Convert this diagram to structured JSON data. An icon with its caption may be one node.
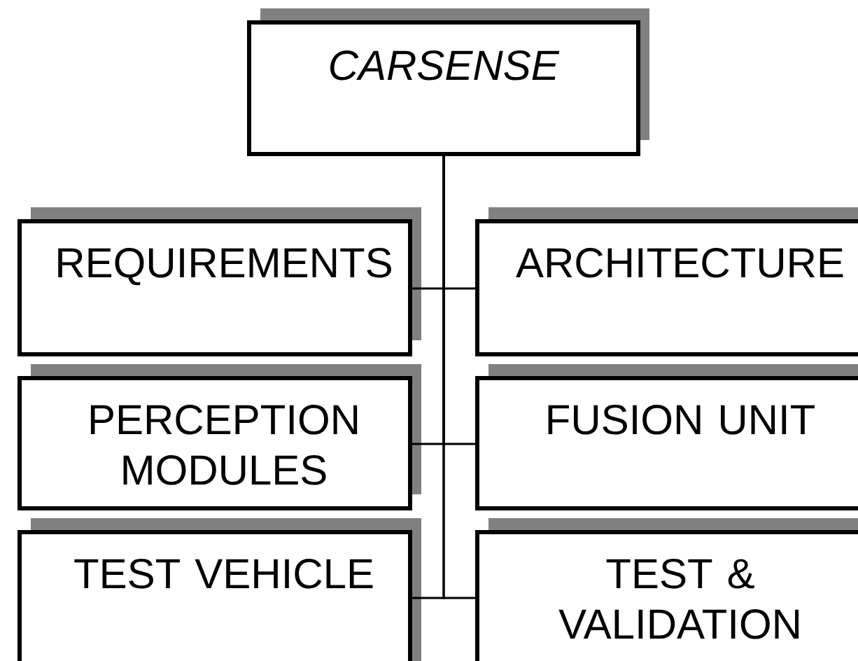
{
  "diagram": {
    "nodes": [
      {
        "text": [
          "*CARSENSE*"
        ]
      },
      {
        "text": [
          "REQUIREMENTS"
        ]
      },
      {
        "text": [
          "ARCHITECTURE"
        ]
      },
      {
        "text": [
          "PERCEPTION MODULES"
        ]
      },
      {
        "text": [
          "FUSION UNIT"
        ]
      },
      {
        "text": [
          "TEST VEHICLE"
        ]
      },
      {
        "text": [
          "TEST & VALIDATION"
        ]
      }
    ],
    "edges": [
      {
        "from": 0,
        "to": 1,
        "arrow": "none"
      },
      {
        "from": 0,
        "to": 2,
        "arrow": "none"
      },
      {
        "from": 0,
        "to": 3,
        "arrow": "none"
      },
      {
        "from": 0,
        "to": 4,
        "arrow": "none"
      },
      {
        "from": 0,
        "to": 5,
        "arrow": "none"
      },
      {
        "from": 0,
        "to": 6,
        "arrow": "none"
      }
    ]
  }
}
